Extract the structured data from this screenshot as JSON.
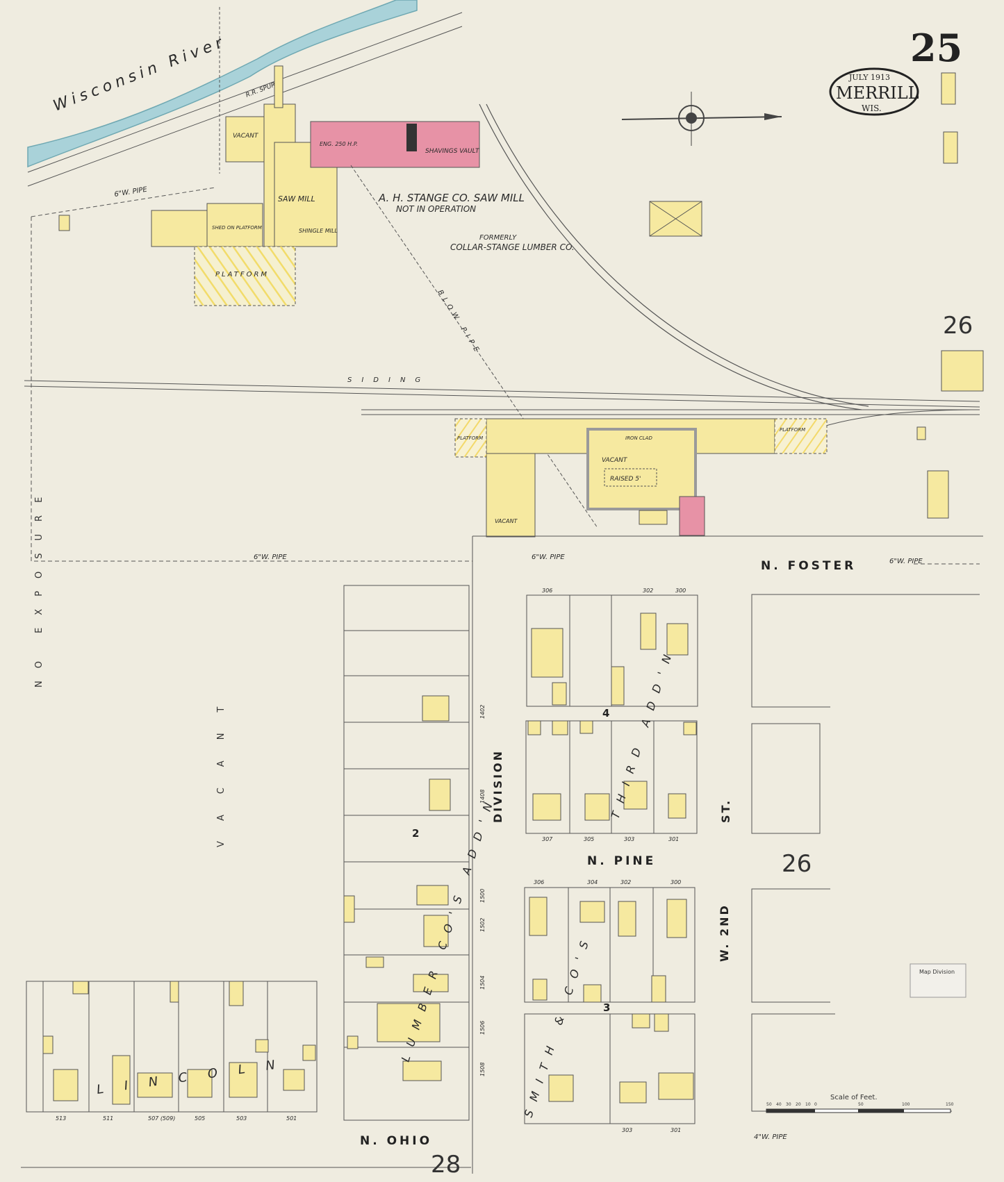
{
  "sheet": {
    "number": "25",
    "date": "JULY 1913",
    "city": "MERRILL",
    "state": "WIS."
  },
  "adjoining_sheets": [
    "26",
    "26",
    "28"
  ],
  "water": {
    "name": "Wisconsin River"
  },
  "streets": {
    "n_foster": "N. FOSTER",
    "division": "DIVISION",
    "st": "ST.",
    "n_pine": "N. PINE",
    "w_2nd": "W. 2ND",
    "n_ohio": "N. OHIO"
  },
  "additions": {
    "lumber_cos_addn": "LUMBER CO'S ADD'N",
    "third_addn": "THIRD ADD'N",
    "smith_cos": "SMITH & CO'S",
    "lincoln": "LINCOLN",
    "vacant": "VACANT",
    "no_exposure": "NO EXPOSURE"
  },
  "mill": {
    "title": "A. H. STANGE CO. SAW MILL",
    "status": "NOT IN OPERATION",
    "formerly": "FORMERLY",
    "former_name": "COLLAR-STANGE LUMBER CO.",
    "saw_mill": "SAW MILL",
    "shingle_mill": "SHINGLE MILL",
    "shavings_vault": "SHAVINGS VAULT",
    "eng": "ENG. 250 H.P.",
    "shed": "SHED ON PLATFORM",
    "platform": "PLATFORM",
    "vacant": "VACANT",
    "rr_spur": "R.R. SPUR",
    "blow_pipe": "BLOW PIPE",
    "siding": "SIDING",
    "w_pipe_6": "6\"W. PIPE",
    "w_pipe_4": "4\"W. PIPE",
    "iron_clad": "IRON CLAD",
    "raised": "RAISED 5'",
    "map_division": "Map Division"
  },
  "lots": {
    "block4_top": [
      "306",
      "302",
      "300"
    ],
    "block4_bottom": [
      "307",
      "305",
      "303",
      "301"
    ],
    "block3_top": [
      "306",
      "304",
      "302",
      "300"
    ],
    "block3_bottom": [
      "303",
      "301"
    ],
    "lincoln_bottom": [
      "513",
      "511",
      "507 (509)",
      "505",
      "503",
      "501"
    ],
    "division_nums": [
      "1402",
      "1408",
      "1500",
      "1502",
      "1504",
      "1506",
      "1508"
    ],
    "block_nums": [
      "4",
      "3",
      "2"
    ]
  },
  "scale": {
    "label": "Scale of Feet.",
    "ticks": [
      "50",
      "40",
      "30",
      "20",
      "10",
      "0",
      "50",
      "100",
      "150"
    ]
  },
  "colors": {
    "paper": "#efece0",
    "frame": "#f6e9a0",
    "brick": "#e792a6",
    "water": "#a9d2d9",
    "ink": "#333333",
    "iron": "#9a9a9a"
  }
}
